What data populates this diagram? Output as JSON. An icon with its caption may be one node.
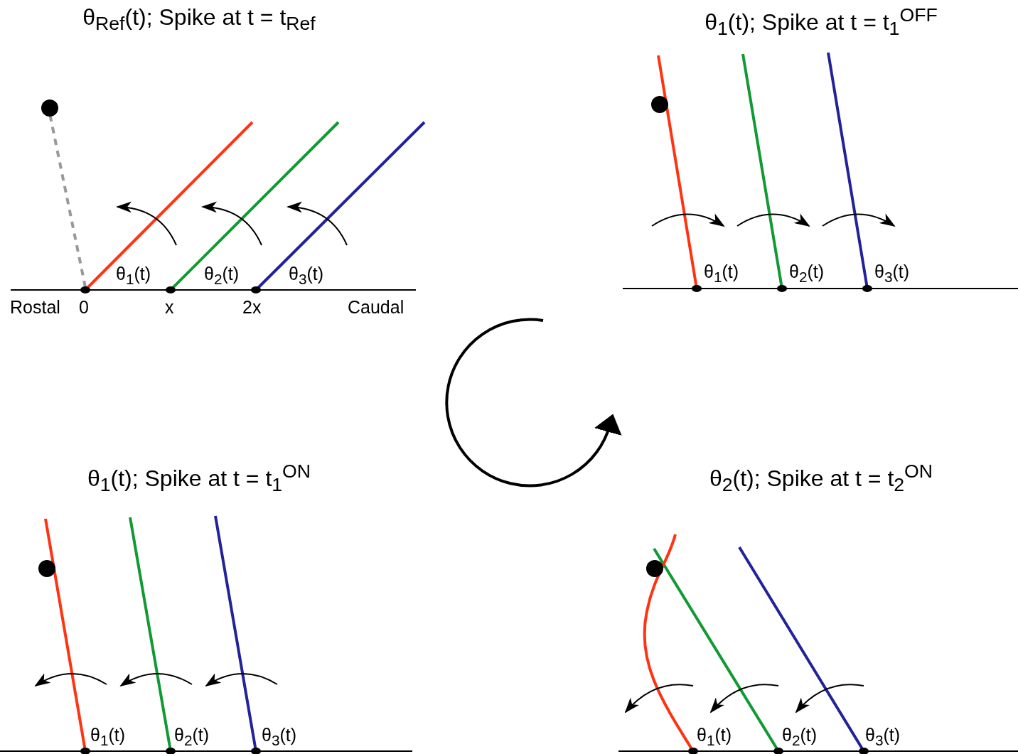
{
  "diagram": {
    "labels": [
      "θ$_{Ref}$(t); Spike at t = t$_{Ref}$",
      "θ$_{1}$(t); Spike at t = t$_{1}$$^{OFF}$",
      "θ$_{1}$(t)",
      "θ$_{2}$(t)",
      "θ$_{3}$(t)",
      "θ$_{1}$(t)",
      "θ$_{2}$(t)",
      "θ$_{3}$(t)",
      "Rostal",
      "0",
      "x",
      "2x",
      "Caudal",
      "θ$_{1}$(t); Spike at t = t$_{1}$$^{ON}$",
      "θ$_{2}$(t); Spike at t = t$_{2}$$^{ON}$",
      "θ$_{1}$(t)",
      "θ$_{2}$(t)",
      "θ$_{3}$(t)",
      "θ$_{1}$(t)",
      "θ$_{2}$(t)",
      "θ$_{3}$(t)"
    ]
  }
}
